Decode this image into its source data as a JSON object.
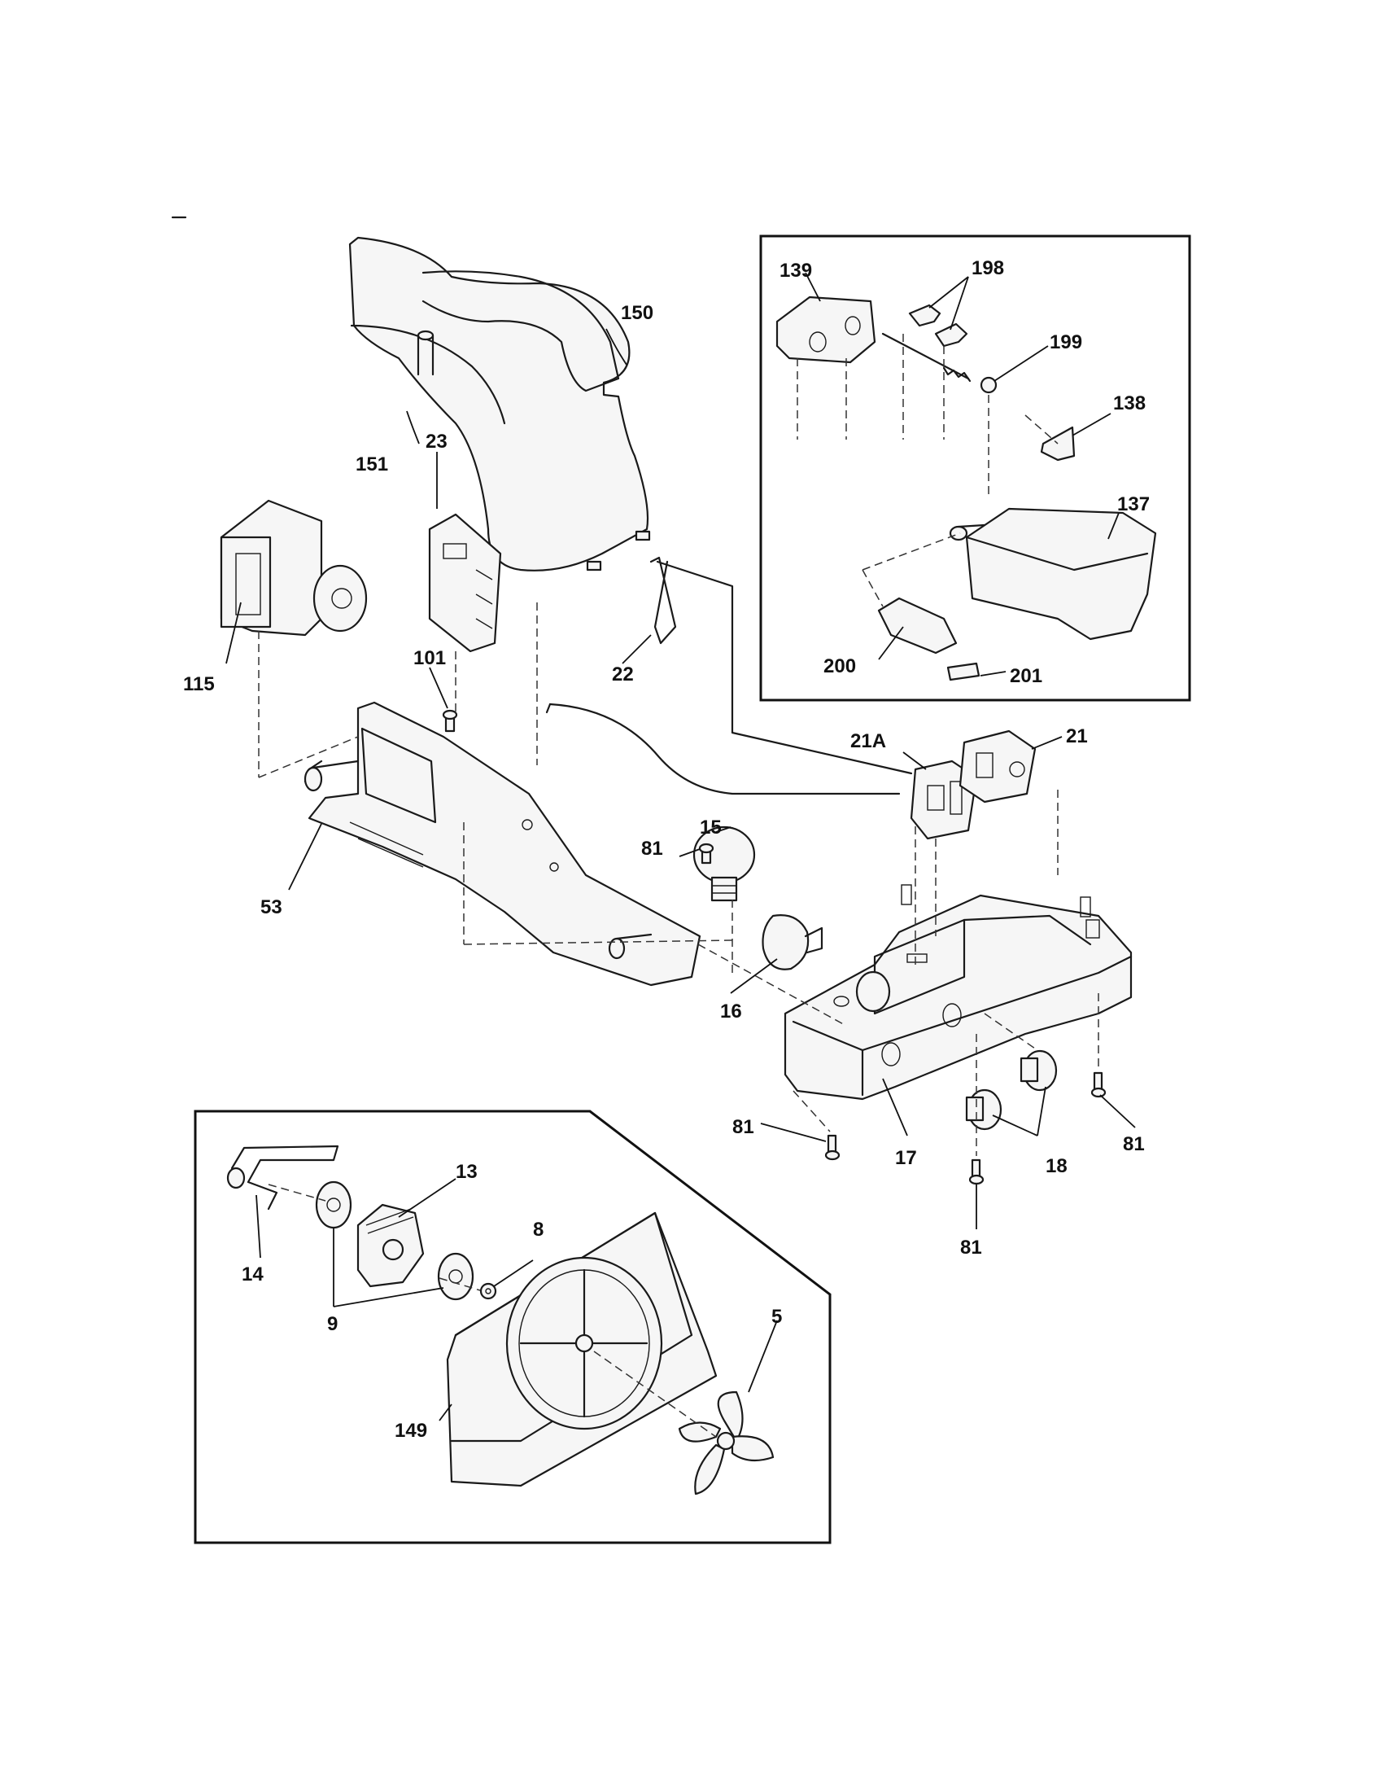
{
  "diagram": {
    "labels": {
      "p150": "150",
      "p151": "151",
      "p23": "23",
      "p115": "115",
      "p101": "101",
      "p22": "22",
      "p21A": "21A",
      "p21": "21",
      "p15": "15",
      "p81a": "81",
      "p53": "53",
      "p16": "16",
      "p17": "17",
      "p18": "18",
      "p81b": "81",
      "p81c": "81",
      "p81d": "81",
      "p139": "139",
      "p198": "198",
      "p199": "199",
      "p138": "138",
      "p137": "137",
      "p200": "200",
      "p201": "201",
      "p13": "13",
      "p8": "8",
      "p14": "14",
      "p9": "9",
      "p5": "5",
      "p149": "149"
    }
  }
}
